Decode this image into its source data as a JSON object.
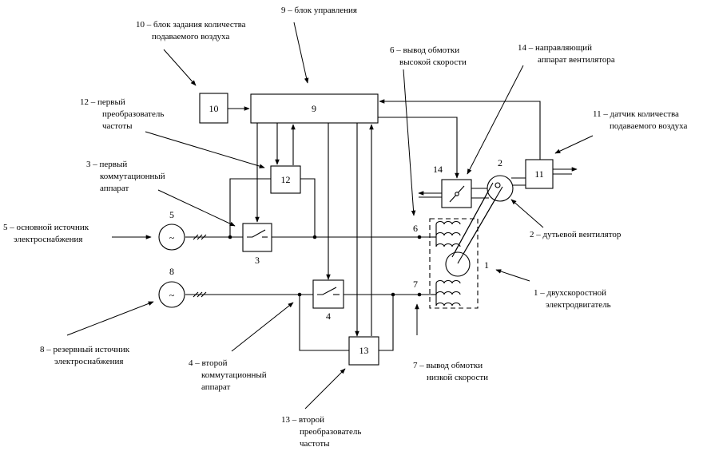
{
  "blocks": {
    "b10": "10",
    "b9": "9",
    "b12": "12",
    "b14": "14",
    "b11": "11",
    "b13": "13",
    "b3": "3",
    "b4": "4",
    "b5": "5",
    "b8": "8",
    "b2": "2",
    "b1": "1",
    "b6": "6",
    "b7": "7",
    "ac_symbol": "~"
  },
  "labels": {
    "l10": [
      "10 – блок задания количества",
      "подаваемого воздуха"
    ],
    "l9": [
      "9 – блок управления"
    ],
    "l6": [
      "6 – вывод обмотки",
      "высокой скорости"
    ],
    "l14": [
      "14 – направляющий",
      "аппарат вентилятора"
    ],
    "l12": [
      "12 – первый",
      "преобразователь",
      "частоты"
    ],
    "l11": [
      "11 – датчик количества",
      "подаваемого воздуха"
    ],
    "l3": [
      "3 – первый",
      "коммутационный",
      "аппарат"
    ],
    "l5": [
      "5 – основной источник",
      "электроснабжения"
    ],
    "l2": [
      "2 – дутьевой вентилятор"
    ],
    "l1": [
      "1 – двухскоростной",
      "электродвигатель"
    ],
    "l8": [
      "8 – резервный источник",
      "электроснабжения"
    ],
    "l4": [
      "4 – второй",
      "коммутационный",
      "аппарат"
    ],
    "l7": [
      "7 – вывод обмотки",
      "низкой скорости"
    ],
    "l13": [
      "13 – второй",
      "преобразователь",
      "частоты"
    ]
  }
}
